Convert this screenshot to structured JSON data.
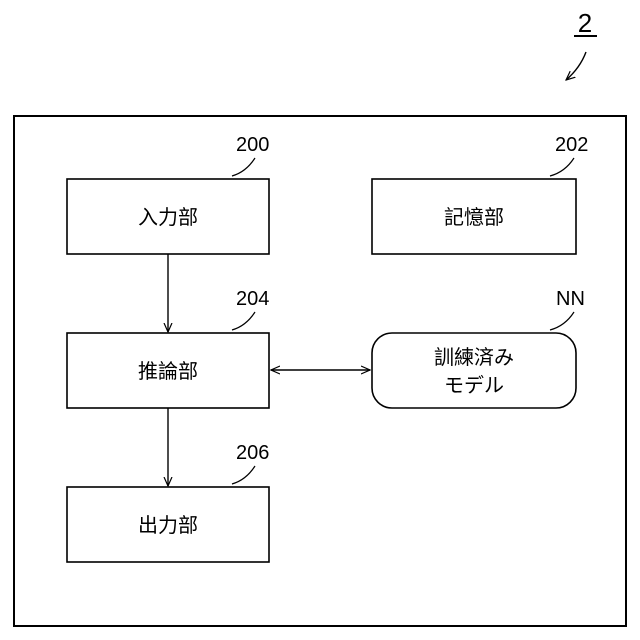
{
  "figure": {
    "number": "2"
  },
  "blocks": {
    "input": {
      "label": "入力部",
      "ref": "200"
    },
    "storage": {
      "label": "記憶部",
      "ref": "202"
    },
    "inference": {
      "label": "推論部",
      "ref": "204"
    },
    "model": {
      "label_line1": "訓練済み",
      "label_line2": "モデル",
      "ref": "NN"
    },
    "output": {
      "label": "出力部",
      "ref": "206"
    }
  }
}
